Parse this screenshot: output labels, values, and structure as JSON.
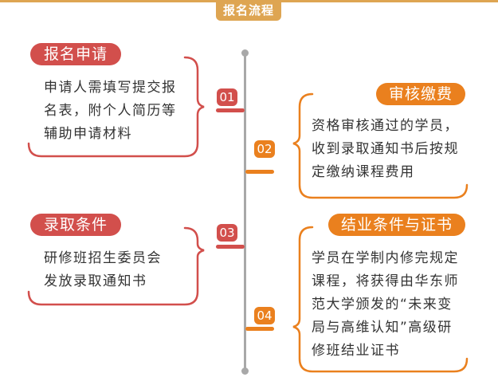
{
  "header": {
    "title": "报名流程"
  },
  "colors": {
    "gold": "#dea552",
    "red": "#d24f4c",
    "orange": "#ea801e",
    "timeline": "#a8a8a8",
    "text": "#333333"
  },
  "steps": [
    {
      "number": "01",
      "title": "报名申请",
      "lines": [
        "申请人需填写提交报",
        "名表，附个人简历等",
        "辅助申请材料"
      ],
      "color": "red",
      "side": "left"
    },
    {
      "number": "02",
      "title": "审核缴费",
      "lines": [
        "资格审核通过的学员，",
        "收到录取通知书后按规",
        "定缴纳课程费用"
      ],
      "color": "orange",
      "side": "right"
    },
    {
      "number": "03",
      "title": "录取条件",
      "lines": [
        "研修班招生委员会",
        "发放录取通知书"
      ],
      "color": "red",
      "side": "left"
    },
    {
      "number": "04",
      "title": "结业条件与证书",
      "lines": [
        "学员在学制内修完规定",
        "课程，将获得由华东师",
        "范大学颁发的“未来变",
        "局与高维认知”高级研",
        "修班结业证书"
      ],
      "color": "orange",
      "side": "right"
    }
  ]
}
